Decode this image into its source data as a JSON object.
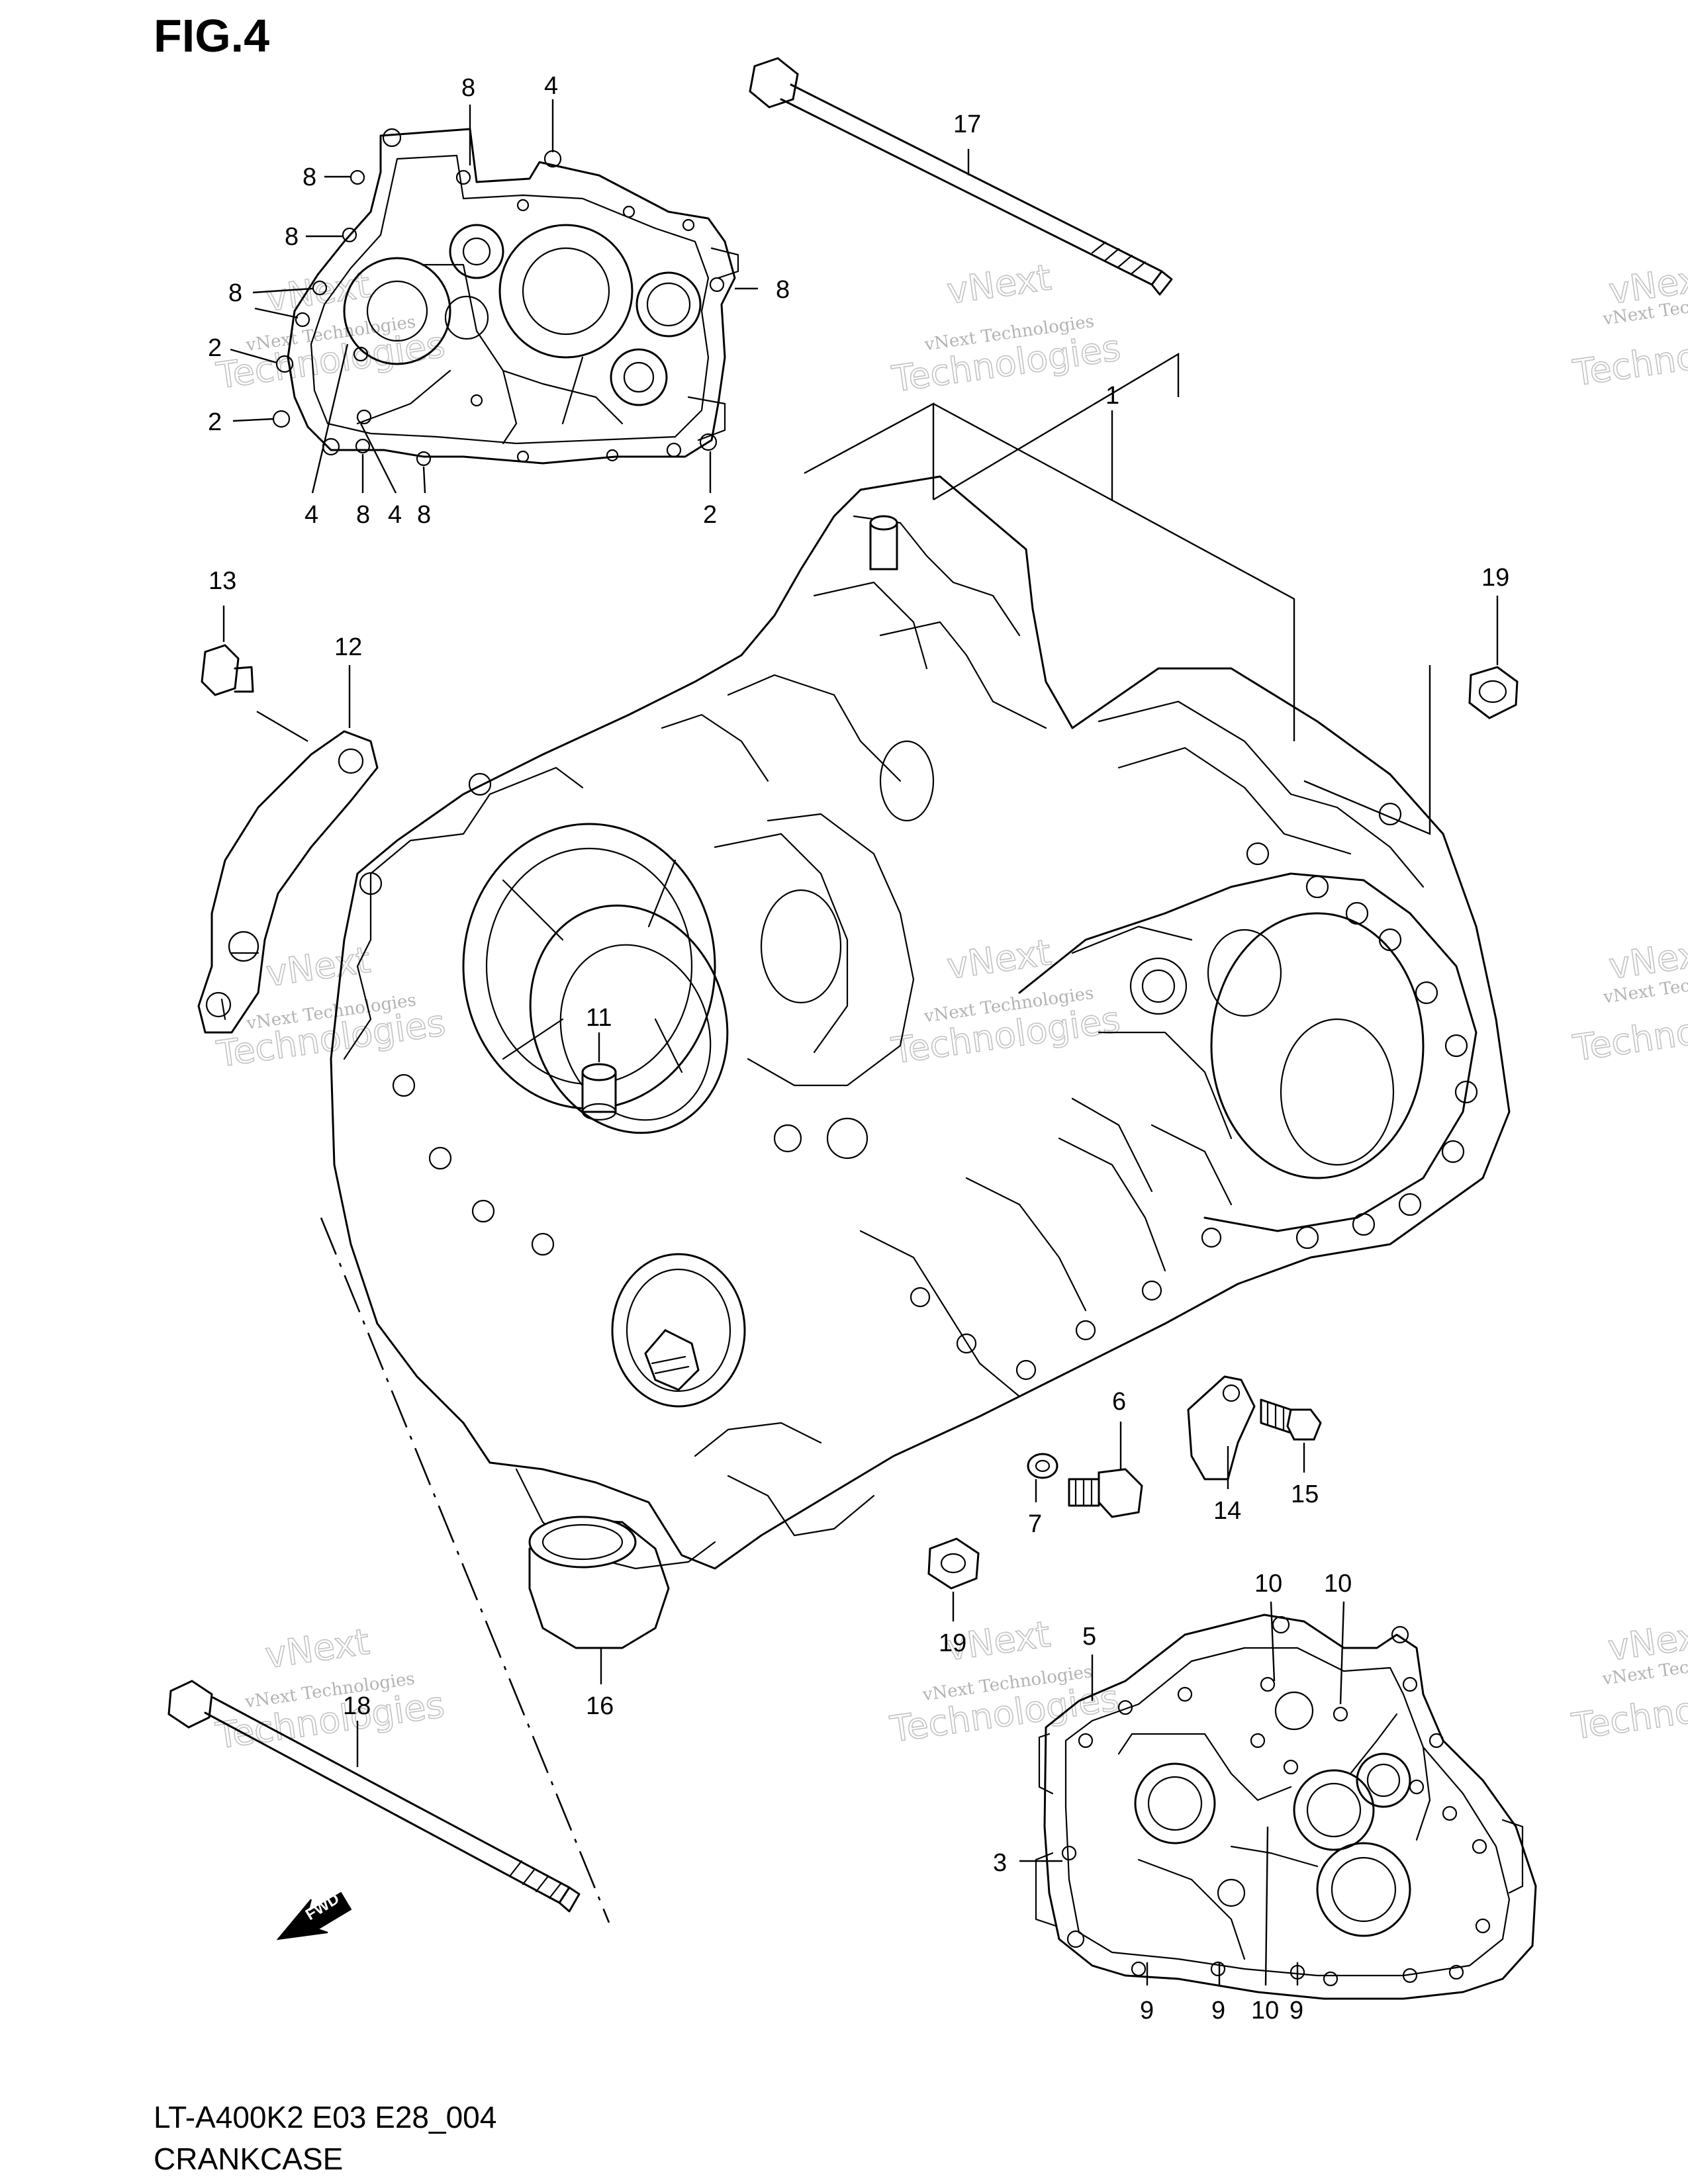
{
  "figure": {
    "title": "FIG.4",
    "code": "LT-A400K2 E03 E28_004",
    "name": "CRANKCASE"
  },
  "watermark": {
    "line1": "vNext Technologies",
    "line2": "vNext",
    "line3": "Technologies"
  },
  "fwd_label": "FWD",
  "callouts": [
    {
      "id": "c-top-8a",
      "label": "8"
    },
    {
      "id": "c-top-4a",
      "label": "4"
    },
    {
      "id": "c-top-8b",
      "label": "8"
    },
    {
      "id": "c-top-8c",
      "label": "8"
    },
    {
      "id": "c-top-8d",
      "label": "8"
    },
    {
      "id": "c-top-8e",
      "label": "8"
    },
    {
      "id": "c-top-2a",
      "label": "2"
    },
    {
      "id": "c-top-2b",
      "label": "2"
    },
    {
      "id": "c-top-4b",
      "label": "4"
    },
    {
      "id": "c-top-8f",
      "label": "8"
    },
    {
      "id": "c-top-4c",
      "label": "4"
    },
    {
      "id": "c-top-8g",
      "label": "8"
    },
    {
      "id": "c-top-2c",
      "label": "2"
    },
    {
      "id": "c-17",
      "label": "17"
    },
    {
      "id": "c-1",
      "label": "1"
    },
    {
      "id": "c-13",
      "label": "13"
    },
    {
      "id": "c-12",
      "label": "12"
    },
    {
      "id": "c-19a",
      "label": "19"
    },
    {
      "id": "c-11",
      "label": "11"
    },
    {
      "id": "c-6",
      "label": "6"
    },
    {
      "id": "c-7",
      "label": "7"
    },
    {
      "id": "c-14",
      "label": "14"
    },
    {
      "id": "c-15",
      "label": "15"
    },
    {
      "id": "c-19b",
      "label": "19"
    },
    {
      "id": "c-16",
      "label": "16"
    },
    {
      "id": "c-18",
      "label": "18"
    },
    {
      "id": "c-5",
      "label": "5"
    },
    {
      "id": "c-10a",
      "label": "10"
    },
    {
      "id": "c-10b",
      "label": "10"
    },
    {
      "id": "c-3",
      "label": "3"
    },
    {
      "id": "c-9a",
      "label": "9"
    },
    {
      "id": "c-9b",
      "label": "9"
    },
    {
      "id": "c-10c",
      "label": "10"
    },
    {
      "id": "c-9c",
      "label": "9"
    }
  ]
}
